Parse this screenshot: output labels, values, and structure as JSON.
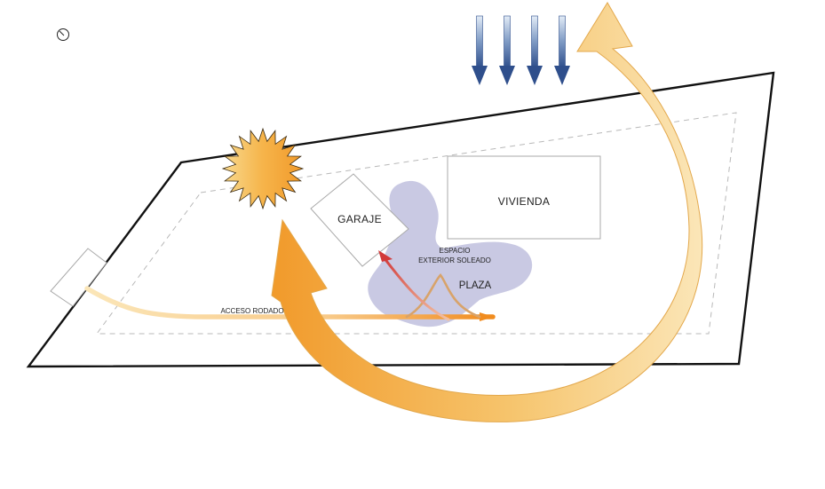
{
  "labels": {
    "vivienda": "VIVIENDA",
    "garaje": "GARAJE",
    "espacio_line1": "ESPACIO",
    "espacio_line2": "EXTERIOR SOLEADO",
    "plaza": "PLAZA",
    "acceso": "ACCESO RODADO"
  },
  "icons": {
    "north": "north-indicator-icon",
    "sun": "sun-icon",
    "wind": "wind-arrows-icon"
  },
  "colors": {
    "plot_outline": "#111111",
    "setback_dash": "#b8b8b8",
    "building_outline": "#a9a9a9",
    "plaza_blob": "#c3c3e0",
    "sun_orange": "#f19a2b",
    "sun_yellow": "#f8dc98",
    "access_red": "#d23a3a",
    "wind_blue": "#2f4f8c"
  }
}
